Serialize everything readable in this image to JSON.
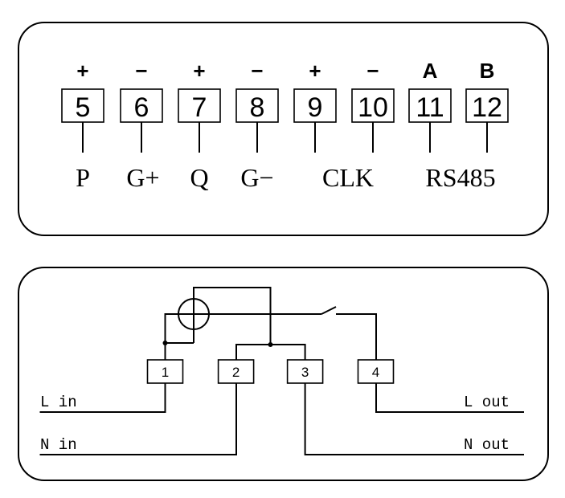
{
  "signal_terminals": [
    {
      "number": "5",
      "polarity": "+"
    },
    {
      "number": "6",
      "polarity": "−"
    },
    {
      "number": "7",
      "polarity": "+"
    },
    {
      "number": "8",
      "polarity": "−"
    },
    {
      "number": "9",
      "polarity": "+"
    },
    {
      "number": "10",
      "polarity": "−"
    },
    {
      "number": "11",
      "polarity": "A"
    },
    {
      "number": "12",
      "polarity": "B"
    }
  ],
  "signal_labels": [
    "P",
    "G+",
    "Q",
    "G−",
    "CLK",
    "RS485"
  ],
  "power_terminals": [
    "1",
    "2",
    "3",
    "4"
  ],
  "wire_labels": {
    "l_in": "L in",
    "n_in": "N in",
    "l_out": "L out",
    "n_out": "N out"
  }
}
